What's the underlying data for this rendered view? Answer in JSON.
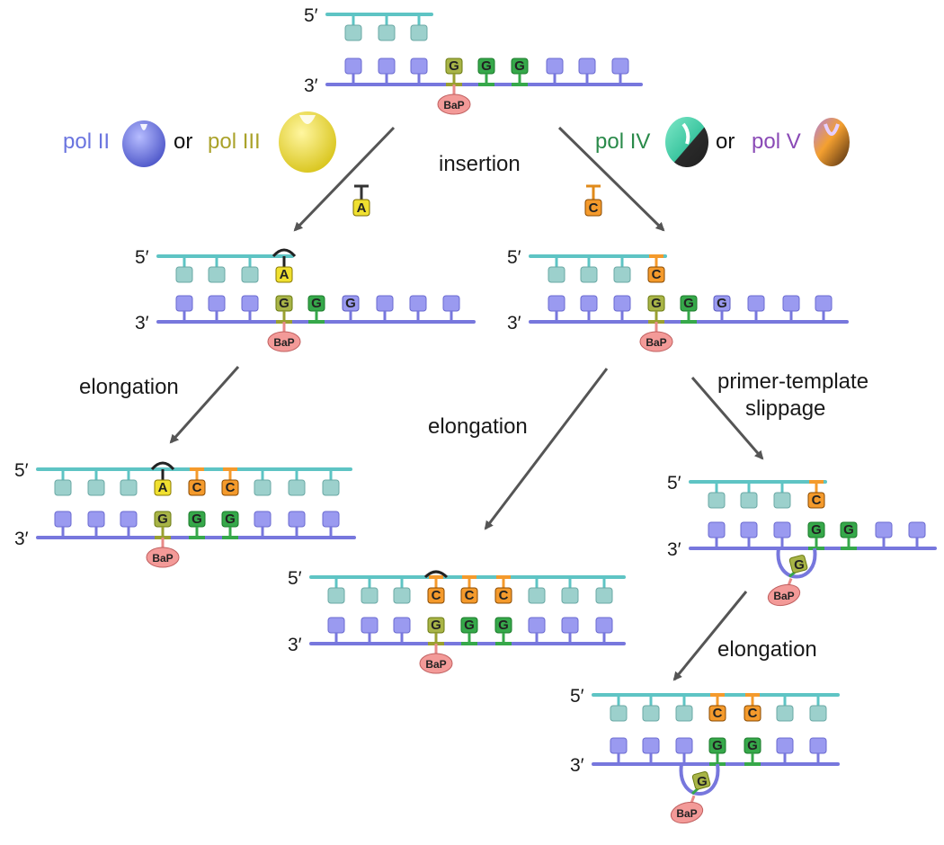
{
  "colors": {
    "top_strand": "#5ec4c4",
    "bottom_strand": "#7777dd",
    "teal_base": "#9cd0cc",
    "lilac_base": "#9a9af0",
    "G_base": "#a8b447",
    "G_green": "#36a84a",
    "A_base": "#f0e030",
    "C_base": "#f49a2c",
    "BaP": "#f39a98",
    "pol2": "#6a74df",
    "pol3": "#aaa22a",
    "pol4": "#2a8a4a",
    "pol5": "#8a4ab6",
    "arrow": "#555555"
  },
  "strand_labels": {
    "five_prime": "5′",
    "three_prime": "3′"
  },
  "adduct_label": "BaP",
  "polymerases": {
    "pol2": "pol II",
    "or1": "or",
    "pol3": "pol III",
    "pol4": "pol IV",
    "or2": "or",
    "pol5": "pol V"
  },
  "steps": {
    "insertion": "insertion",
    "elongation_left": "elongation",
    "elongation_middle": "elongation",
    "slippage_line1": "primer-template",
    "slippage_line2": "slippage",
    "elongation_bottom": "elongation"
  },
  "inserted_nucleotides": {
    "left": "A",
    "right": "C"
  },
  "panels": {
    "top": {
      "top": [
        "t",
        "t",
        "t"
      ],
      "bottom": [
        "Gb",
        "Gg",
        "Gg",
        "p",
        "p",
        "p"
      ],
      "bottom_prefix": [
        "p",
        "p",
        "p"
      ]
    },
    "left_insert": {
      "top": [
        "t",
        "t",
        "t",
        "A"
      ],
      "bottom": [
        "p",
        "p",
        "p",
        "Gb",
        "Gg",
        "Gp",
        "p",
        "p",
        "p"
      ]
    },
    "right_insert": {
      "top": [
        "t",
        "t",
        "t",
        "C"
      ],
      "bottom": [
        "p",
        "p",
        "p",
        "Gb",
        "Gg",
        "Gp",
        "p",
        "p",
        "p"
      ]
    },
    "left_elong": {
      "top": [
        "t",
        "t",
        "t",
        "A",
        "C",
        "C",
        "t",
        "t",
        "t"
      ],
      "bottom": [
        "p",
        "p",
        "p",
        "Gb",
        "Gg",
        "Gg",
        "p",
        "p",
        "p"
      ]
    },
    "mid_elong": {
      "top": [
        "t",
        "t",
        "t",
        "t",
        "C",
        "C",
        "C",
        "t",
        "t",
        "t"
      ],
      "bottom": [
        "p",
        "p",
        "p",
        "p",
        "Gb",
        "Gg",
        "Gg",
        "p",
        "p",
        "p"
      ]
    },
    "slip": {
      "top": [
        "t",
        "t",
        "t",
        "C"
      ],
      "bottom": [
        "p",
        "p",
        "p",
        "Gg",
        "Gg",
        "p",
        "p"
      ]
    },
    "slip_elong": {
      "top": [
        "t",
        "t",
        "t",
        "C",
        "C",
        "t",
        "t"
      ],
      "bottom": [
        "p",
        "p",
        "p",
        "Gg",
        "Gg",
        "p",
        "p"
      ]
    }
  }
}
